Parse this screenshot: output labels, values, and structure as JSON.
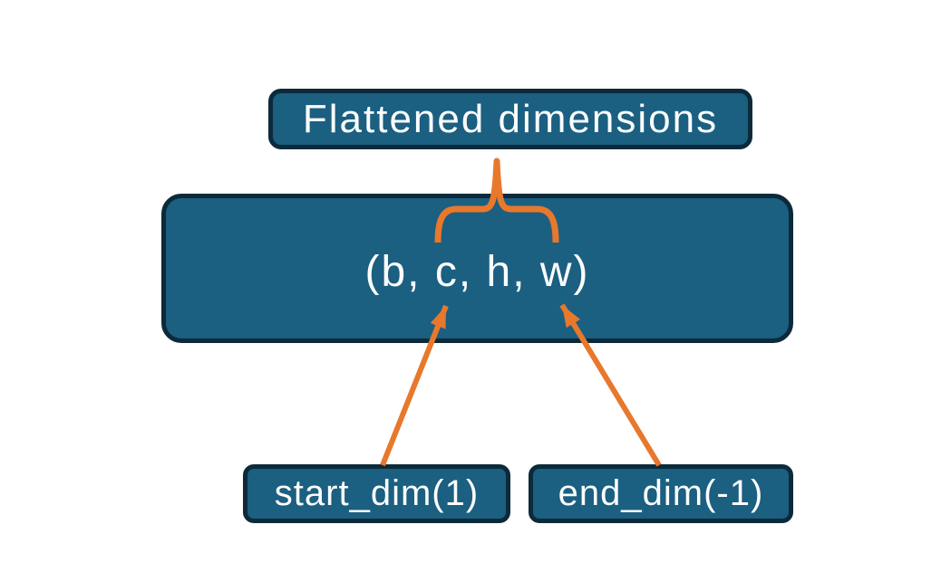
{
  "diagram": {
    "title_box": {
      "label": "Flattened dimensions"
    },
    "tensor_box": {
      "label": "(b, c, h, w)"
    },
    "start_box": {
      "label": "start_dim(1)"
    },
    "end_box": {
      "label": "end_dim(-1)"
    }
  },
  "connectors": {
    "brace": "groups the c, h, w dimensions up to the Flattened dimensions box",
    "start_arrow": "from start_dim(1) box to dimension c",
    "end_arrow": "from end_dim(-1) box to dimension w"
  },
  "colors": {
    "box_fill": "#1b5f81",
    "box_border": "#0c2a3a",
    "connector": "#e8782c",
    "text": "#fbfdfd",
    "background": "#ffffff"
  }
}
